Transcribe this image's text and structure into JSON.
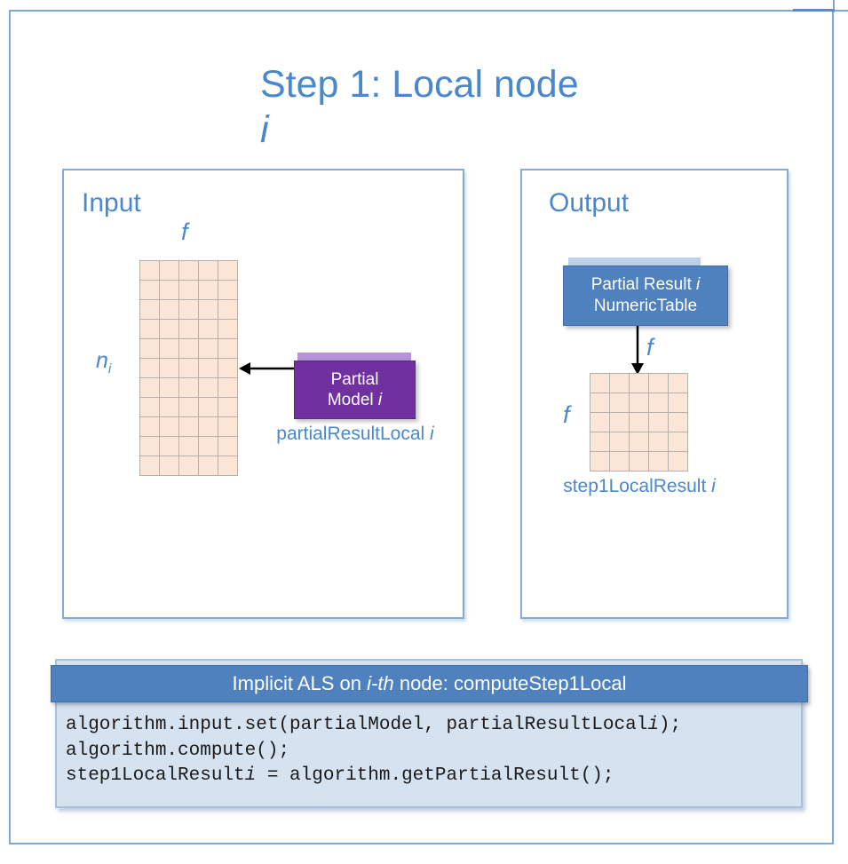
{
  "colors": {
    "accent_blue": "#4A87CB",
    "panel_border": "#85ACD8",
    "box_blue": "#4E81BD",
    "box_blue_tab": "#BCD0E8",
    "box_blue_border": "#3D6EA5",
    "purple": "#7030A0",
    "purple_tab": "#B592D9",
    "purple_border": "#582880",
    "grid_fill": "#FBE5D6",
    "grid_stroke": "#B8AFA9",
    "code_bg": "#D5E2F0",
    "code_border": "#A9C0DC",
    "slide_border": "#7FA8D6",
    "arrow": "#000000",
    "code_text": "#1A1A1A",
    "box_text": "#FFFFFF"
  },
  "title": {
    "line1": "Step 1: Local node",
    "line2_italic": "i"
  },
  "input_panel": {
    "label": "Input",
    "matrix": {
      "cols": 5,
      "rows": 11,
      "top_label": "f",
      "left_label_base": "n",
      "left_label_sub": "i"
    },
    "partial_model_box": {
      "line1": "Partial",
      "line2": "Model ",
      "line2_italic": "i"
    },
    "caption": "partialResultLocal ",
    "caption_italic": "i"
  },
  "output_panel": {
    "label": "Output",
    "result_box": {
      "line1": "Partial Result ",
      "line1_italic": "i",
      "line2": "NumericTable"
    },
    "matrix": {
      "cols": 5,
      "rows": 5,
      "top_label": "f",
      "left_label": "f"
    },
    "caption": "step1LocalResult ",
    "caption_italic": "i"
  },
  "code_section": {
    "header": {
      "pre": "Implicit ALS on ",
      "italic": "i-th",
      "post": " node: computeStep1Local"
    },
    "lines": [
      {
        "pre": "algorithm.input.set(partialModel, partialResultLocal",
        "it": "i",
        "post": ");"
      },
      {
        "pre": "algorithm.compute();",
        "it": "",
        "post": ""
      },
      {
        "pre": "step1LocalResult",
        "it": "i",
        "post": " = algorithm.getPartialResult();"
      }
    ]
  }
}
